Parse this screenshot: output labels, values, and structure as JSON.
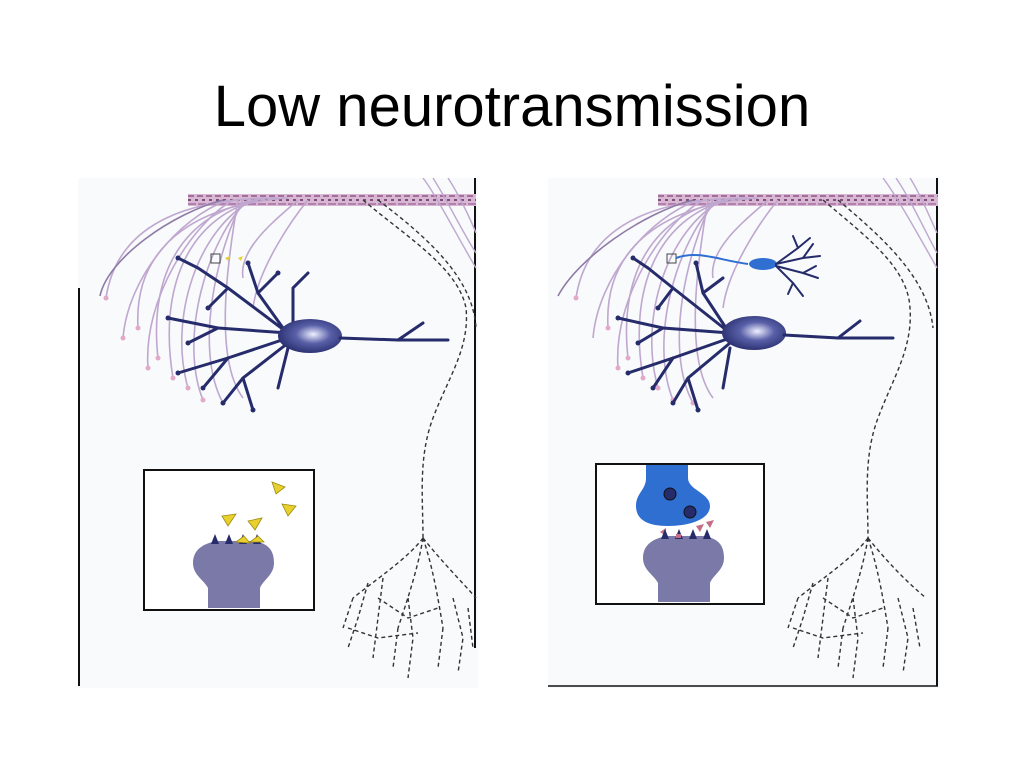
{
  "slide": {
    "title": "Low neurotransmission"
  },
  "colors": {
    "neuron_fill": "#262c6b",
    "neuron_highlight": "#e6e8fb",
    "axon_lilac": "#bfa7cf",
    "axon_lilac_dark": "#8e7ba6",
    "fiber_pink": "#c98fbf",
    "transmitter_yellow": "#e8d12e",
    "receptor_purple": "#7b79a8",
    "terminal_blue": "#2f6fd1",
    "frame": "#111111"
  },
  "panels": [
    {
      "id": "left",
      "receptor_state": "transmitter released, no presynaptic input shown"
    },
    {
      "id": "right",
      "receptor_state": "presynaptic terminal with vesicles"
    }
  ]
}
